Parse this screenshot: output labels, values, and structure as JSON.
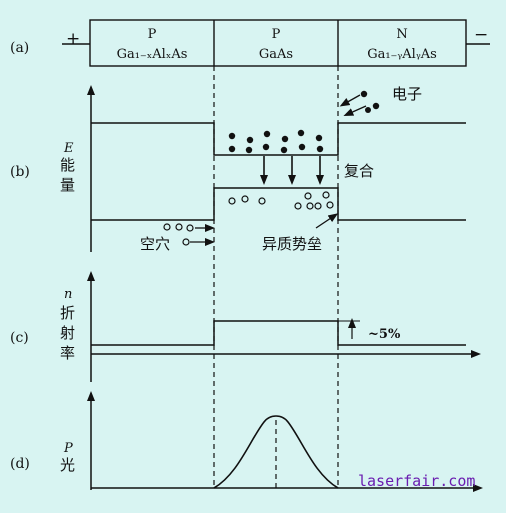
{
  "panels": {
    "a": {
      "label": "(a)",
      "plus": "+",
      "minus": "−",
      "layers": [
        {
          "type": "P",
          "material": "Ga₁₋ₓAlₓAs"
        },
        {
          "type": "P",
          "material": "GaAs"
        },
        {
          "type": "N",
          "material": "Ga₁₋ᵧAlᵧAs"
        }
      ]
    },
    "b": {
      "label": "(b)",
      "axis_symbol": "E",
      "axis_title_1": "能",
      "axis_title_2": "量",
      "electron_label": "电子",
      "recombination_label": "复合",
      "hole_label": "空穴",
      "barrier_label": "异质势垒"
    },
    "c": {
      "label": "(c)",
      "axis_symbol": "n",
      "axis_title_1": "折",
      "axis_title_2": "射",
      "axis_title_3": "率",
      "step_label": "~5%"
    },
    "d": {
      "label": "(d)",
      "axis_symbol": "P",
      "axis_title_1": "光"
    }
  },
  "watermark": "laserfair.com",
  "colors": {
    "background": "#d8f4f2",
    "line": "#111111",
    "watermark": "#6a1db0"
  }
}
